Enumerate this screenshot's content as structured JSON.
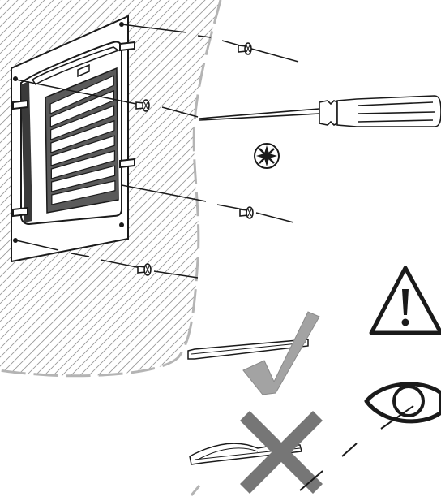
{
  "diagram": {
    "kind": "installation-instruction-illustration",
    "components": [
      {
        "id": "wall",
        "name": "hatched-wall-section"
      },
      {
        "id": "vent",
        "name": "louvred-vent-grille",
        "louvre_count": 8
      },
      {
        "id": "screws",
        "name": "mounting-screws",
        "count": 4
      },
      {
        "id": "screwdriver",
        "name": "phillips-screwdriver"
      },
      {
        "id": "drive",
        "name": "phillips-drive-symbol"
      },
      {
        "id": "warning",
        "name": "warning-triangle-icon"
      },
      {
        "id": "correct",
        "name": "correct-seal-example",
        "mark": "check-icon"
      },
      {
        "id": "incorrect",
        "name": "incorrect-seal-example",
        "mark": "cross-icon"
      },
      {
        "id": "inspect",
        "name": "eye-icon"
      }
    ],
    "colors": {
      "line": "#1a1a1a",
      "hatch": "#9a9a9a",
      "dash_outline": "#b4b4b4",
      "check": "#a3a3a3",
      "cross": "#767676",
      "frame_fill": "#ffffff",
      "shade": "#3a3a3a"
    }
  }
}
